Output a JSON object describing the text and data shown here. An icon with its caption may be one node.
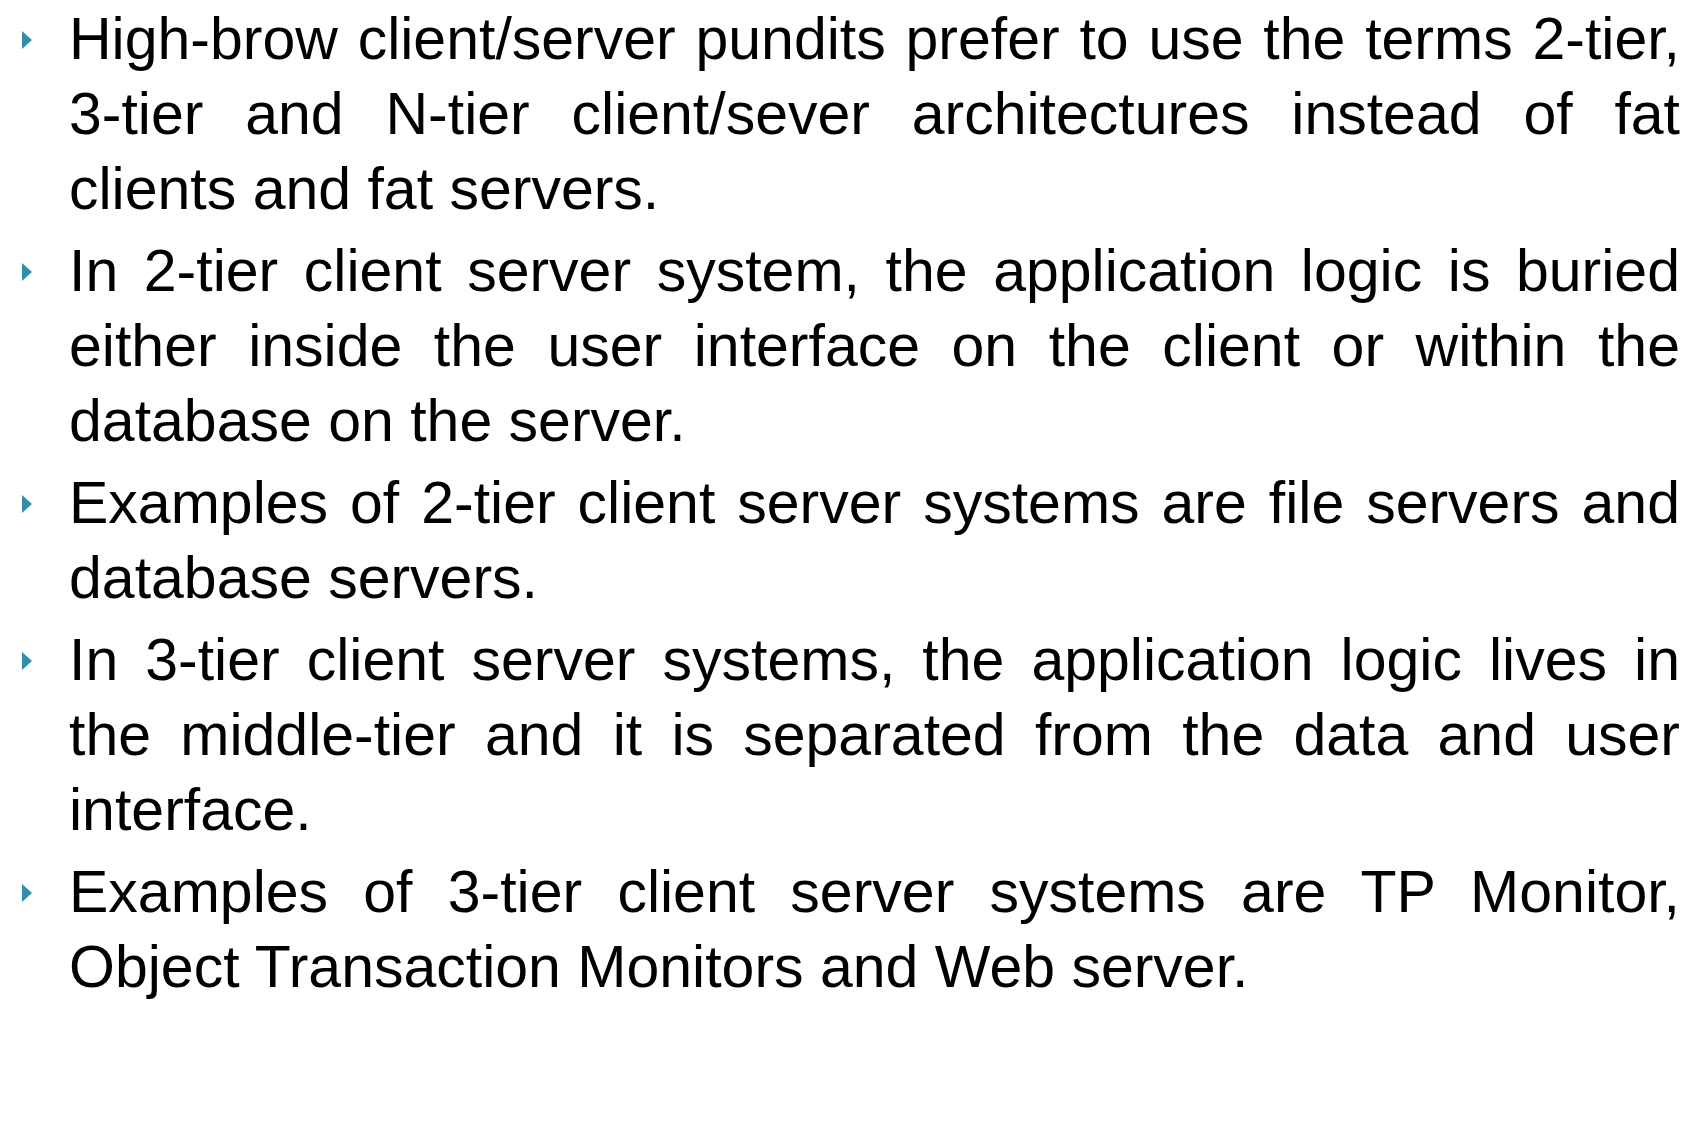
{
  "diagram": {
    "labels": [
      "High-brow client/server pundits prefer to use the terms 2-tier, 3-tier and N-tier client/sever architectures instead of fat clients and fat servers.",
      "In 2-tier client server system, the application logic is buried either inside the user interface on the client or within the database on the server.",
      "Examples of 2-tier client server systems are file servers and database servers.",
      "In 3-tier client server systems, the application logic lives in the middle-tier and it is separated from the data and user interface.",
      "Examples of 3-tier client server systems are TP Monitor, Object Transaction Monitors and Web server."
    ]
  }
}
